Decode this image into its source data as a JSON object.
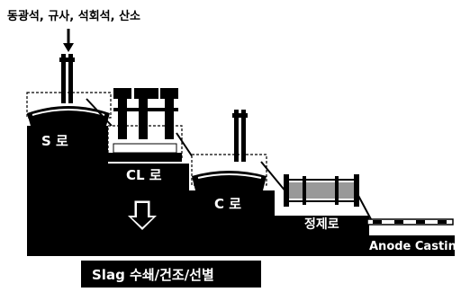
{
  "diagram": {
    "inputs_label": "동광석, 규사, 석회석, 산소",
    "furnaces": [
      {
        "id": "s",
        "label": "S 로"
      },
      {
        "id": "cl",
        "label": "CL 로"
      },
      {
        "id": "c",
        "label": "C 로"
      },
      {
        "id": "refining",
        "label": "정제로"
      },
      {
        "id": "casting",
        "label": "Anode Casting"
      }
    ],
    "slag_label": "Slag 수쇄/건조/선별"
  },
  "colors": {
    "ink": "#000000",
    "paper": "#ffffff"
  }
}
